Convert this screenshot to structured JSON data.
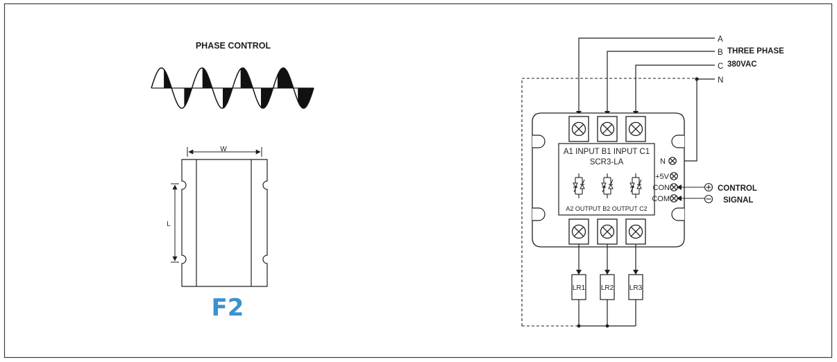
{
  "phase_control": {
    "title": "PHASE CONTROL"
  },
  "dimension": {
    "width_label": "W",
    "length_label": "L",
    "model_code": "F2"
  },
  "supply": {
    "line_a": "A",
    "line_b": "B",
    "line_c": "C",
    "neutral": "N",
    "phase_label_1": "THREE PHASE",
    "phase_label_2": "380VAC"
  },
  "module": {
    "input_header": "A1 INPUT B1 INPUT C1",
    "model": "SCR3-LA",
    "output_header": "A2 OUTPUT B2 OUTPUT C2",
    "terminal_n": "N",
    "terminal_5v": "+5V",
    "terminal_con": "CON",
    "terminal_com": "COM"
  },
  "control": {
    "label_1": "CONTROL",
    "label_2": "SIGNAL"
  },
  "loads": [
    "LR1",
    "LR2",
    "LR3"
  ]
}
